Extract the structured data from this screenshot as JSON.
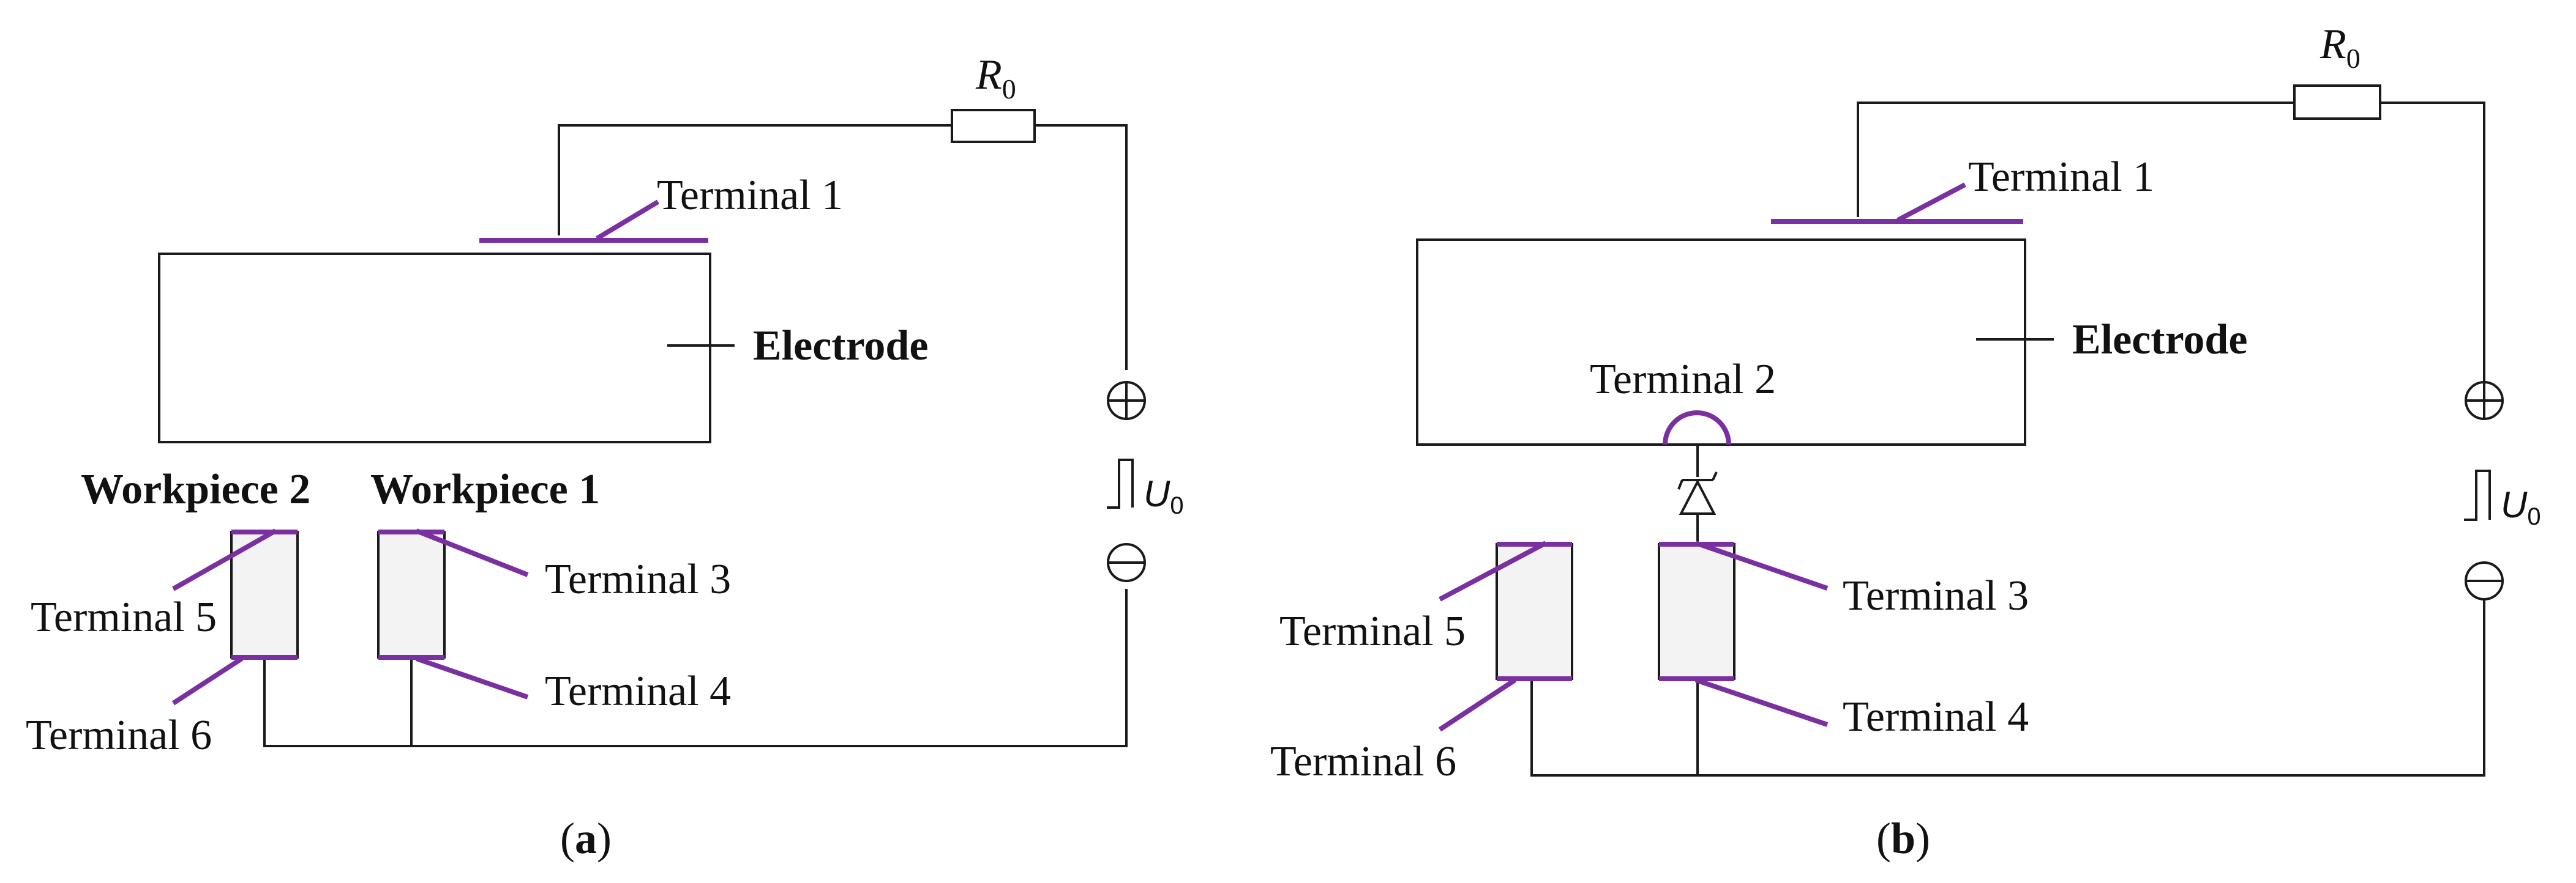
{
  "panel_a": {
    "caption_letter": "a",
    "resistor": {
      "symbol": "R",
      "subscript": "0"
    },
    "source": {
      "symbol": "U",
      "subscript": "0"
    },
    "electrode_label": "Electrode",
    "workpiece_1": "Workpiece 1",
    "workpiece_2": "Workpiece 2",
    "terminals": {
      "t1": "Terminal 1",
      "t3": "Terminal 3",
      "t4": "Terminal 4",
      "t5": "Terminal 5",
      "t6": "Terminal 6"
    }
  },
  "panel_b": {
    "caption_letter": "b",
    "resistor": {
      "symbol": "R",
      "subscript": "0"
    },
    "source": {
      "symbol": "U",
      "subscript": "0"
    },
    "electrode_label": "Electrode",
    "terminals": {
      "t1": "Terminal 1",
      "t2": "Terminal 2",
      "t3": "Terminal 3",
      "t4": "Terminal 4",
      "t5": "Terminal 5",
      "t6": "Terminal 6"
    }
  },
  "colors": {
    "terminal": "#7a30a0",
    "wire": "#1a1a1a",
    "workpiece_fill": "#f3f3f3"
  }
}
